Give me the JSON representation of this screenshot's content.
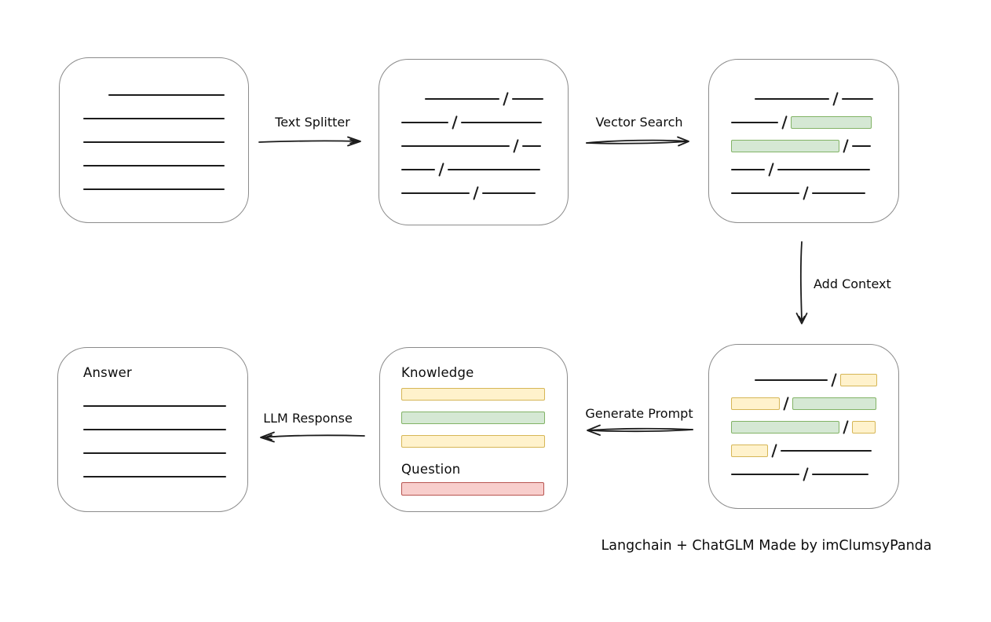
{
  "colors": {
    "background": "#ffffff",
    "box_border": "#8b8b8b",
    "stroke": "#1c1c1c",
    "green_fill": "#d5e8d4",
    "green_border": "#82b366",
    "yellow_fill": "#fff2cc",
    "yellow_border": "#d6b656",
    "red_fill": "#f8cecc",
    "red_border": "#b85450"
  },
  "arrows": {
    "text_splitter": {
      "label": "Text Splitter"
    },
    "vector_search": {
      "label": "Vector Search"
    },
    "add_context": {
      "label": "Add Context"
    },
    "generate_prompt": {
      "label": "Generate Prompt"
    },
    "llm_response": {
      "label": "LLM Response"
    }
  },
  "caption": "Langchain + ChatGLM Made by imClumsyPanda",
  "nodes": {
    "document": {
      "rows": [
        [
          {
            "t": "gap",
            "w": 32
          },
          {
            "t": "line",
            "w": 148
          }
        ],
        [
          {
            "t": "line",
            "w": 180
          }
        ],
        [
          {
            "t": "line",
            "w": 180
          }
        ],
        [
          {
            "t": "line",
            "w": 180
          }
        ],
        [
          {
            "t": "line",
            "w": 180
          }
        ]
      ]
    },
    "split_chunks": {
      "rows": [
        [
          {
            "t": "gap",
            "w": 30
          },
          {
            "t": "line",
            "w": 95
          },
          {
            "t": "slash"
          },
          {
            "t": "line",
            "w": 40
          }
        ],
        [
          {
            "t": "line",
            "w": 60
          },
          {
            "t": "slash"
          },
          {
            "t": "line",
            "w": 103
          }
        ],
        [
          {
            "t": "line",
            "w": 138
          },
          {
            "t": "slash"
          },
          {
            "t": "line",
            "w": 24
          }
        ],
        [
          {
            "t": "line",
            "w": 43
          },
          {
            "t": "slash"
          },
          {
            "t": "line",
            "w": 118
          }
        ],
        [
          {
            "t": "line",
            "w": 87
          },
          {
            "t": "slash"
          },
          {
            "t": "line",
            "w": 68
          }
        ]
      ]
    },
    "matched_chunks": {
      "rows": [
        [
          {
            "t": "gap",
            "w": 30
          },
          {
            "t": "line",
            "w": 95
          },
          {
            "t": "slash"
          },
          {
            "t": "line",
            "w": 40
          }
        ],
        [
          {
            "t": "line",
            "w": 60
          },
          {
            "t": "slash"
          },
          {
            "t": "green",
            "w": 103
          }
        ],
        [
          {
            "t": "green",
            "w": 138
          },
          {
            "t": "slash"
          },
          {
            "t": "line",
            "w": 24
          }
        ],
        [
          {
            "t": "line",
            "w": 43
          },
          {
            "t": "slash"
          },
          {
            "t": "line",
            "w": 118
          }
        ],
        [
          {
            "t": "line",
            "w": 87
          },
          {
            "t": "slash"
          },
          {
            "t": "line",
            "w": 68
          }
        ]
      ]
    },
    "context_chunks": {
      "rows": [
        [
          {
            "t": "gap",
            "w": 30
          },
          {
            "t": "line",
            "w": 93
          },
          {
            "t": "slash"
          },
          {
            "t": "yellow",
            "w": 47
          }
        ],
        [
          {
            "t": "yellow",
            "w": 62
          },
          {
            "t": "slash"
          },
          {
            "t": "green",
            "w": 107
          }
        ],
        [
          {
            "t": "green",
            "w": 138
          },
          {
            "t": "slash"
          },
          {
            "t": "yellow",
            "w": 30
          }
        ],
        [
          {
            "t": "yellow",
            "w": 47
          },
          {
            "t": "slash"
          },
          {
            "t": "line",
            "w": 116
          }
        ],
        [
          {
            "t": "line",
            "w": 87
          },
          {
            "t": "slash"
          },
          {
            "t": "line",
            "w": 72
          }
        ]
      ]
    },
    "prompt": {
      "knowledge_title": "Knowledge",
      "question_title": "Question",
      "knowledge_rows": [
        [
          {
            "t": "yellow",
            "w": 183
          }
        ],
        [
          {
            "t": "green",
            "w": 183
          }
        ],
        [
          {
            "t": "yellow",
            "w": 183
          }
        ]
      ],
      "question_rows": [
        [
          {
            "t": "red",
            "w": 182
          }
        ]
      ]
    },
    "answer": {
      "title": "Answer",
      "rows": [
        [
          {
            "t": "line",
            "w": 182
          }
        ],
        [
          {
            "t": "line",
            "w": 182
          }
        ],
        [
          {
            "t": "line",
            "w": 182
          }
        ],
        [
          {
            "t": "line",
            "w": 182
          }
        ]
      ]
    }
  }
}
